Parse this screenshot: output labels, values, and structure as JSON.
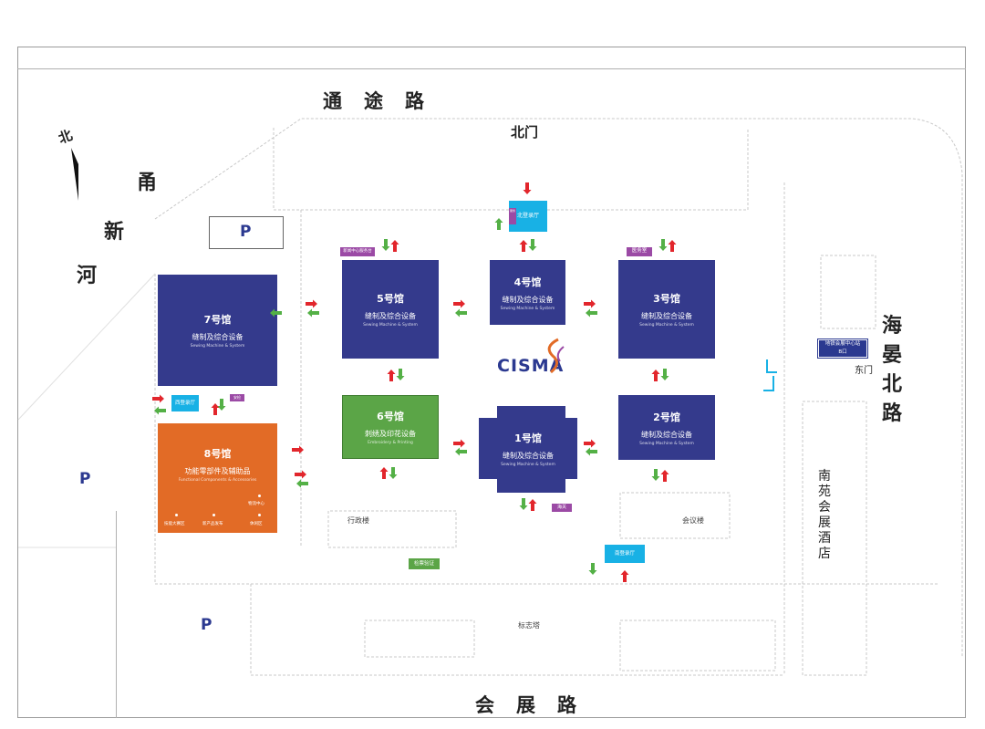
{
  "roads": {
    "north": "通途路",
    "south": "会展路",
    "east": "海晏北路",
    "west": "甬新河"
  },
  "compass": "北",
  "gates": {
    "north": "北门",
    "east": "东门"
  },
  "halls": [
    {
      "id": "7",
      "name": "7号馆",
      "sub": "缝制及综合设备",
      "en": "Sewing Machine & System"
    },
    {
      "id": "5",
      "name": "5号馆",
      "sub": "缝制及综合设备",
      "en": "Sewing Machine & System"
    },
    {
      "id": "4",
      "name": "4号馆",
      "sub": "缝制及综合设备",
      "en": "Sewing Machine & System"
    },
    {
      "id": "3",
      "name": "3号馆",
      "sub": "缝制及综合设备",
      "en": "Sewing Machine & System"
    },
    {
      "id": "6",
      "name": "6号馆",
      "sub": "刺绣及印花设备",
      "en": "Embroidery & Printing"
    },
    {
      "id": "1",
      "name": "1号馆",
      "sub": "缝制及综合设备",
      "en": "Sewing Machine & System"
    },
    {
      "id": "2",
      "name": "2号馆",
      "sub": "缝制及综合设备",
      "en": "Sewing Machine & System"
    },
    {
      "id": "8",
      "name": "8号馆",
      "sub": "功能零部件及辅助品",
      "en": "Functional Components & Accessories"
    }
  ],
  "hall8_points": [
    "技能大赛区",
    "新产品发布",
    "休闲区",
    "物流中心"
  ],
  "buildings": {
    "admin": "行政楼",
    "meeting": "会议楼",
    "landmark": "标志塔",
    "hotel": "南苑会展酒店"
  },
  "tags": {
    "north_hall": "北登录厅",
    "south_hall": "南登录厅",
    "west_hall": "西登录厅",
    "medical": "医务室",
    "press": "新闻中心服务台",
    "customs": "海关",
    "security": "安检",
    "parking_check": "检票验证",
    "metro": "地铁会展中心站",
    "metro_exit": "B口",
    "service": "服务"
  },
  "logo": "CISMA",
  "parking": "P",
  "colors": {
    "hall_blue": "#343a8c",
    "hall_green": "#5ba547",
    "hall_orange": "#e26b26",
    "lobby_cyan": "#18b1e5",
    "arrow_red": "#e2262c",
    "arrow_green": "#54b046"
  }
}
